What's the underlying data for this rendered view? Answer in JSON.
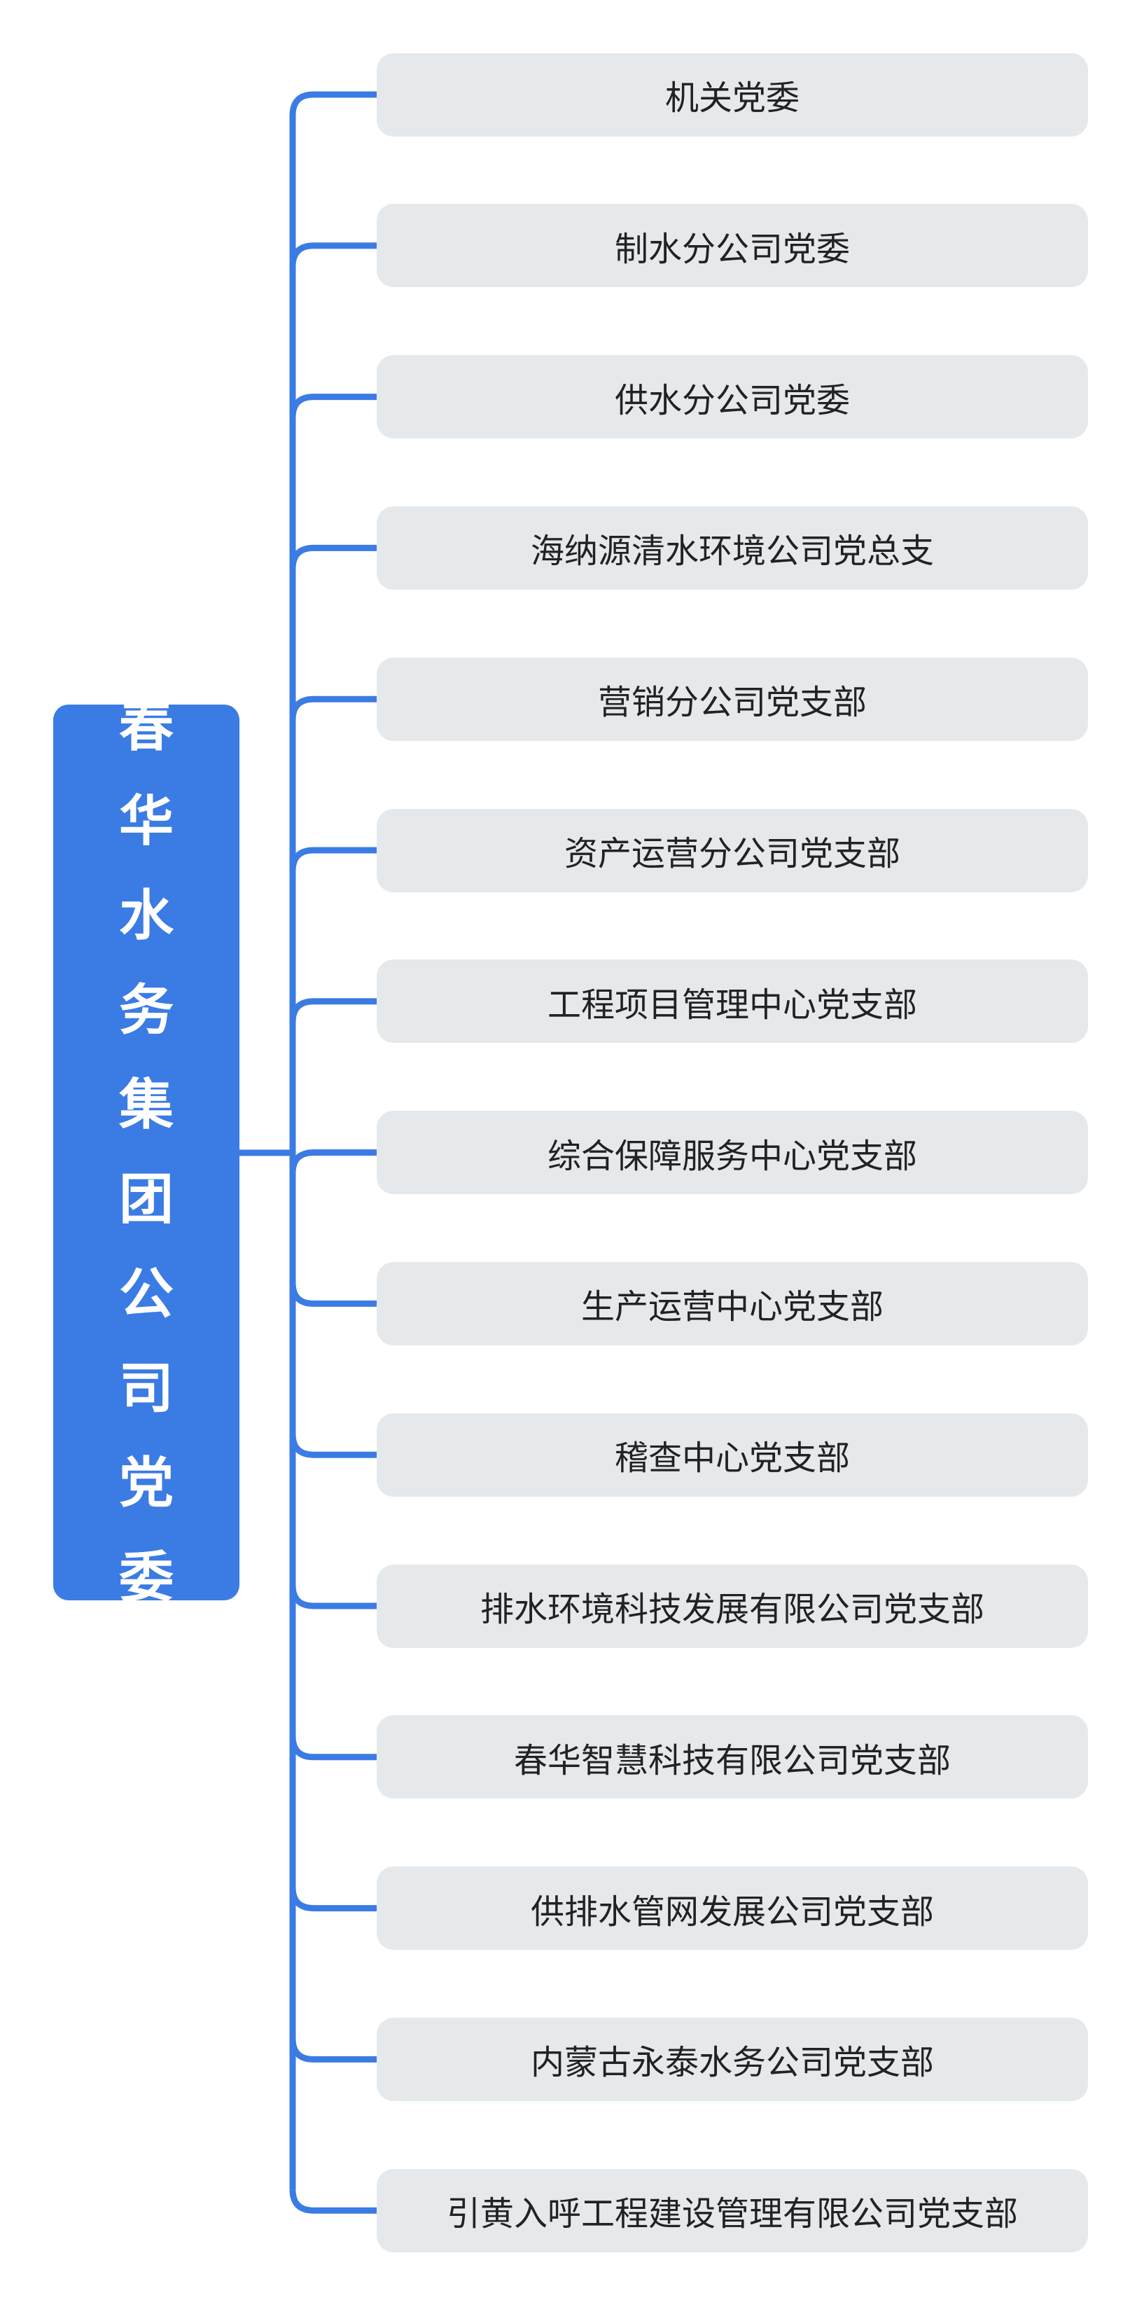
{
  "colors": {
    "accent": "#3B7BE4",
    "node_bg": "#E6E9EC"
  },
  "root": {
    "label": "春华水务集团公司党委"
  },
  "children": [
    "机关党委",
    "制水分公司党委",
    "供水分公司党委",
    "海纳源清水环境公司党总支",
    "营销分公司党支部",
    "资产运营分公司党支部",
    "工程项目管理中心党支部",
    "综合保障服务中心党支部",
    "生产运营中心党支部",
    "稽查中心党支部",
    "排水环境科技发展有限公司党支部",
    "春华智慧科技有限公司党支部",
    "供排水管网发展公司党支部",
    "内蒙古永泰水务公司党支部",
    "引黄入呼工程建设管理有限公司党支部"
  ]
}
